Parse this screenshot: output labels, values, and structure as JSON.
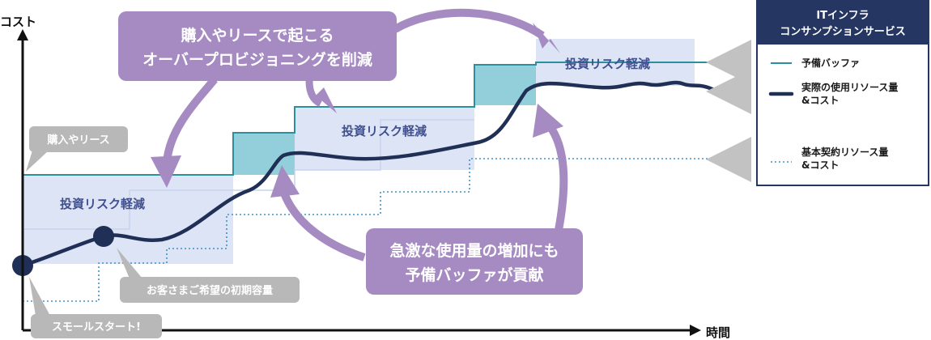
{
  "axes": {
    "y_label": "コスト",
    "x_label": "時間"
  },
  "callouts": {
    "reduce_over_provision": [
      "購入やリースで起こる",
      "オーバープロビジョニングを削減"
    ],
    "buffer_contribution": [
      "急激な使用量の増加にも",
      "予備バッファが貢献"
    ]
  },
  "bands": {
    "label": "投資リスク軽減"
  },
  "tags": {
    "purchase_lease": "購入やリース",
    "small_start": "スモールスタート!",
    "initial_capacity": "お客さまご希望の初期容量"
  },
  "legend": {
    "title": [
      "ITインフラ",
      "コンサンプションサービス"
    ],
    "items": [
      {
        "name": "buffer",
        "label": [
          "予備バッファ"
        ]
      },
      {
        "name": "actual",
        "label": [
          "実際の使用リソース量",
          "&コスト"
        ]
      },
      {
        "name": "base",
        "label": [
          "基本契約リソース量",
          "&コスト"
        ]
      }
    ]
  },
  "colors": {
    "purple": "#a58bc2",
    "band": "#dde4f6",
    "teal_fill": "#92cfdb",
    "teal_line": "#2b8f9e",
    "navy": "#1f2f55",
    "base_dotted": "#3d92c9",
    "gray_tag": "#b8b8b8",
    "gray_arrow": "#c2c2c2",
    "legend_header": "#253663"
  }
}
